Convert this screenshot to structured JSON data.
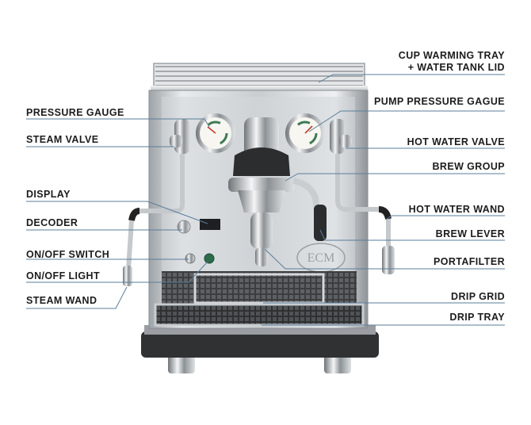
{
  "diagram": {
    "subject": "espresso-machine",
    "brand_logo_text": "ECM",
    "line_color": "#5a7d9a",
    "labels_left": [
      {
        "id": "pressure-gauge",
        "text": "PRESSURE GAUGE"
      },
      {
        "id": "steam-valve",
        "text": "STEAM VALVE"
      },
      {
        "id": "display",
        "text": "DISPLAY"
      },
      {
        "id": "decoder",
        "text": "DECODER"
      },
      {
        "id": "on-off-switch",
        "text": "ON/OFF SWITCH"
      },
      {
        "id": "on-off-light",
        "text": "ON/OFF LIGHT"
      },
      {
        "id": "steam-wand",
        "text": "STEAM WAND"
      }
    ],
    "labels_right": [
      {
        "id": "cup-warming-tray",
        "text": "CUP WARMING TRAY",
        "text2": "+ WATER TANK LID"
      },
      {
        "id": "pump-pressure-gauge",
        "text": "PUMP PRESSURE GAGUE"
      },
      {
        "id": "hot-water-valve",
        "text": "HOT WATER VALVE"
      },
      {
        "id": "brew-group",
        "text": "BREW GROUP"
      },
      {
        "id": "hot-water-wand",
        "text": "HOT WATER WAND"
      },
      {
        "id": "brew-lever",
        "text": "BREW LEVER"
      },
      {
        "id": "portafilter",
        "text": "PORTAFILTER"
      },
      {
        "id": "drip-grid",
        "text": "DRIP GRID"
      },
      {
        "id": "drip-tray",
        "text": "DRIP TRAY"
      }
    ]
  }
}
